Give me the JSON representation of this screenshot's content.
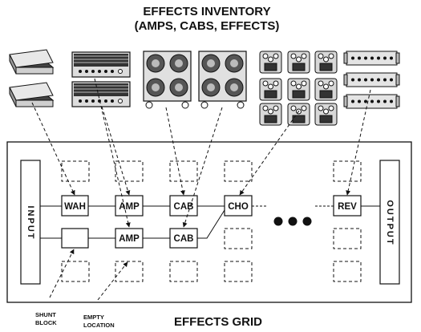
{
  "title": {
    "line1": "EFFECTS INVENTORY",
    "line2": "(AMPS, CABS, EFFECTS)"
  },
  "grid_label": "EFFECTS GRID",
  "input_label": "INPUT",
  "output_label": "OUTPUT",
  "blocks": {
    "wah": "WAH",
    "amp1": "AMP",
    "cab1": "CAB",
    "cho": "CHO",
    "rev": "REV",
    "amp2": "AMP",
    "cab2": "CAB"
  },
  "notes": {
    "shunt_line1": "SHUNT",
    "shunt_line2": "BLOCK",
    "empty_line1": "EMPTY",
    "empty_line2": "LOCATION"
  },
  "icons": [
    "pedal-board-icon",
    "amp-head-icon",
    "speaker-cabinet-icon",
    "stompbox-effect-icon",
    "rack-unit-icon"
  ]
}
